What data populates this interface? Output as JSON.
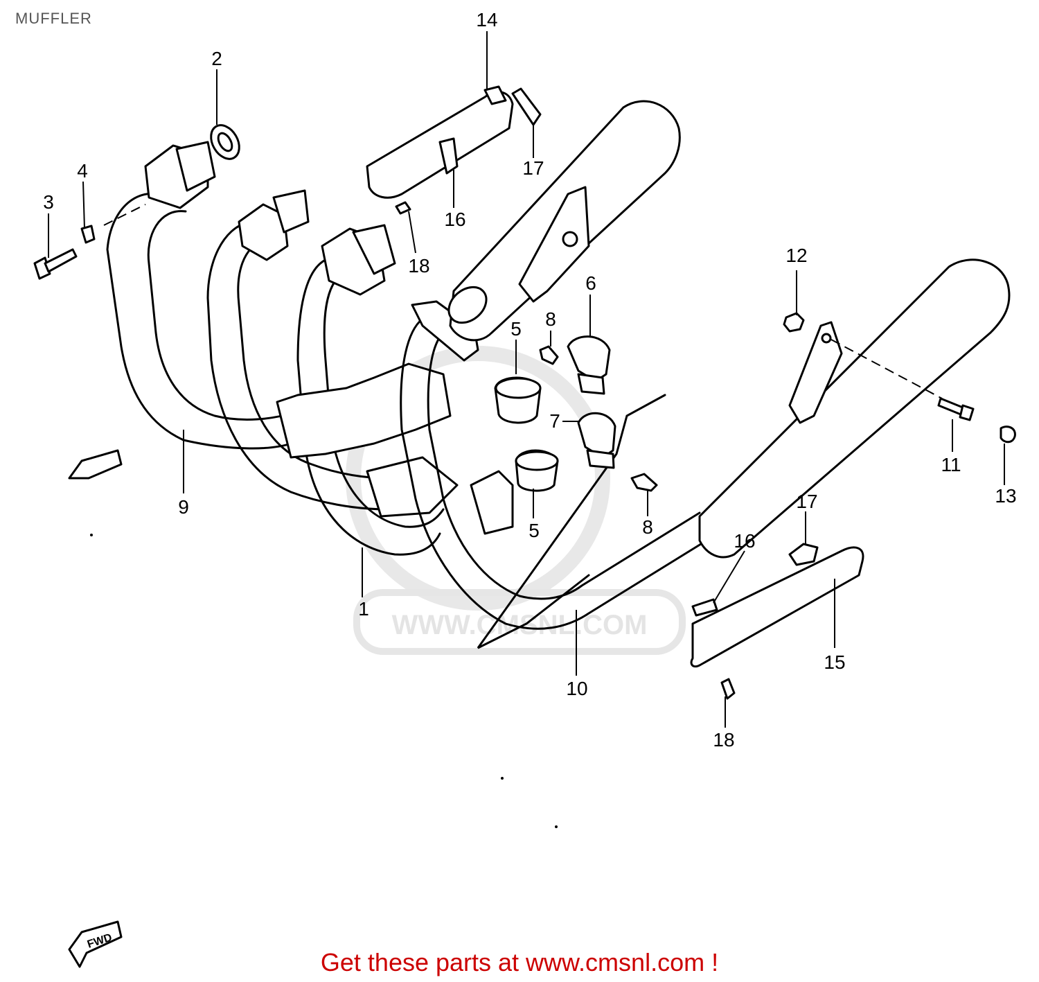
{
  "title": "MUFFLER",
  "watermark": "WWW.CMSNL.COM",
  "fwd_label": "FWD",
  "promo": "Get these parts at www.cmsnl.com !",
  "callouts": [
    "14",
    "2",
    "4",
    "3",
    "17",
    "16",
    "18",
    "12",
    "6",
    "8",
    "5",
    "7",
    "11",
    "13",
    "9",
    "1",
    "5",
    "8",
    "17",
    "16",
    "10",
    "15",
    "18"
  ]
}
